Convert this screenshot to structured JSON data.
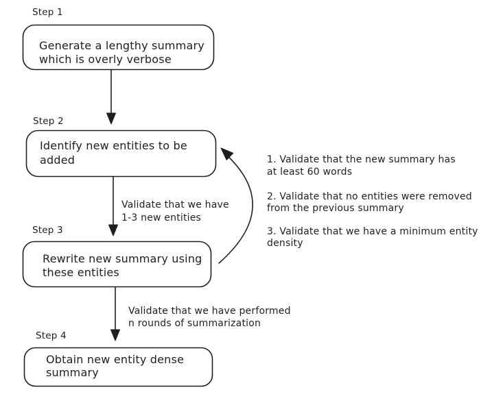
{
  "diagram": {
    "title_semantics": "Chain of density summarization flowchart",
    "colors": {
      "stroke": "#1e1e1e",
      "background": "#ffffff"
    },
    "steps": [
      {
        "label": "Step 1",
        "line1": "Generate a lengthy summary",
        "line2": "which is overly verbose"
      },
      {
        "label": "Step 2",
        "line1": "Identify new entities to be",
        "line2": "added"
      },
      {
        "label": "Step 3",
        "line1": "Rewrite new summary using",
        "line2": "these entities"
      },
      {
        "label": "Step 4",
        "line1": "Obtain new entity dense",
        "line2": "summary"
      }
    ],
    "edges": [
      {
        "from": "Step 2",
        "to": "Step 3",
        "label_line1": "Validate that we have",
        "label_line2": "1-3 new entities"
      },
      {
        "from": "Step 3",
        "to": "Step 4",
        "label_line1": "Validate that we have performed",
        "label_line2": "n rounds of summarization"
      }
    ],
    "validations": [
      {
        "line1": "1. Validate that the new summary has",
        "line2": "at least 60 words"
      },
      {
        "line1": "2. Validate that no entities were removed",
        "line2": "from the previous summary"
      },
      {
        "line1": "3. Validate that we have a minimum entity",
        "line2": "density"
      }
    ]
  }
}
